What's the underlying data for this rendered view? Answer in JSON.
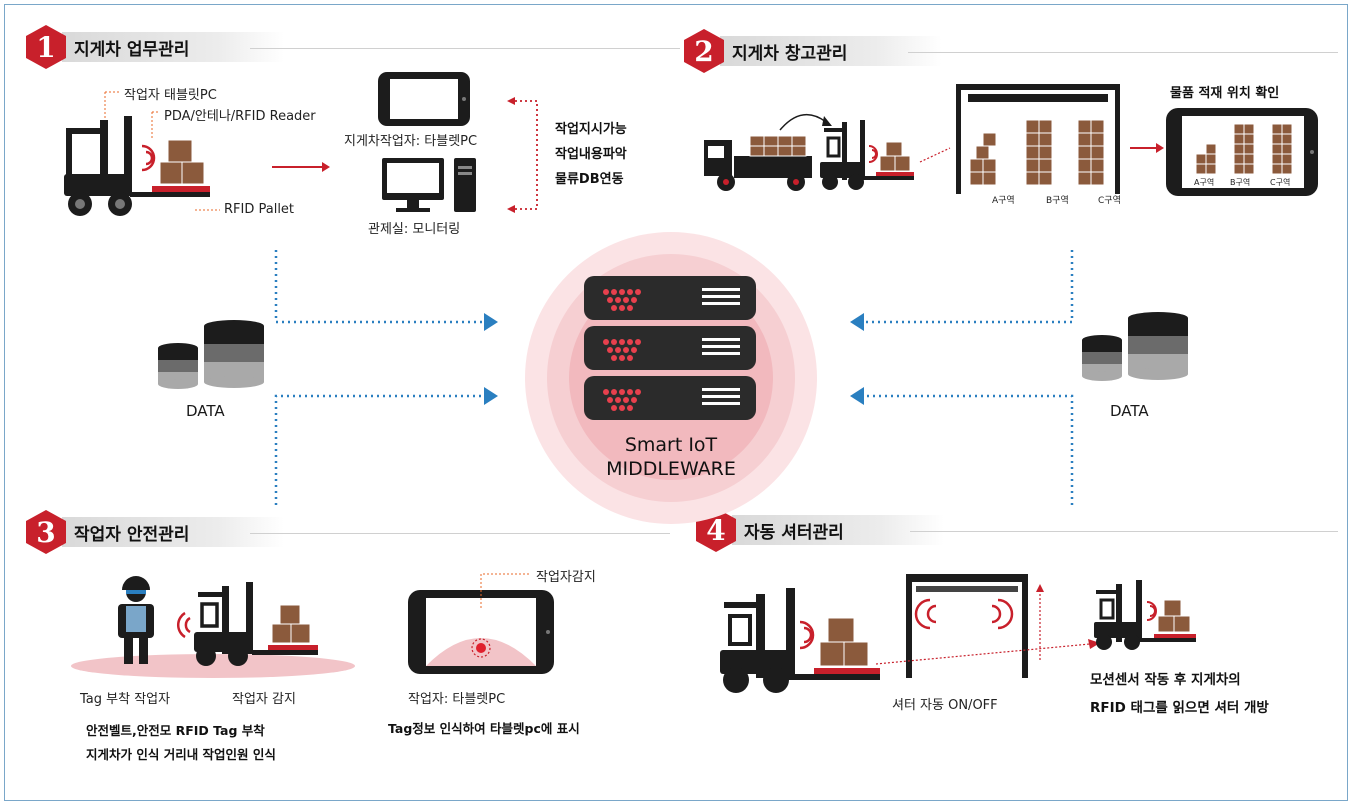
{
  "sections": [
    {
      "number": "1",
      "title": "지게차 업무관리"
    },
    {
      "number": "2",
      "title": "지게차 창고관리"
    },
    {
      "number": "3",
      "title": "작업자 안전관리"
    },
    {
      "number": "4",
      "title": "자동 셔터관리"
    }
  ],
  "s1": {
    "tablet_label": "작업자 태블릿PC",
    "reader_label": "PDA/안테나/RFID Reader",
    "pallet_label": "RFID Pallet",
    "operator_label": "지게차작업자: 타블렛PC",
    "control_label": "관제실: 모니터링",
    "functions": [
      "작업지시가능",
      "작업내용파악",
      "물류DB연동"
    ]
  },
  "s2": {
    "check_label": "물품 적재 위치 확인",
    "zones": [
      "A구역",
      "B구역",
      "C구역"
    ]
  },
  "center": {
    "line1": "Smart IoT",
    "line2": "MIDDLEWARE"
  },
  "data_left": "DATA",
  "data_right": "DATA",
  "s3": {
    "tag_worker": "Tag 부착 작업자",
    "worker_detect": "작업자 감지",
    "detect_label": "작업자감지",
    "worker_tablet": "작업자: 타블렛PC",
    "tag_display": "Tag정보 인식하여 타블렛pc에 표시",
    "desc1": "안전벨트,안전모 RFID Tag 부착",
    "desc2": "지게차가 인식 거리내 작업인원 인식"
  },
  "s4": {
    "shutter_label": "셔터 자동 ON/OFF",
    "desc1": "모션센서 작동 후 지게차의",
    "desc2": "RFID 태그를 읽으면 셔터 개방"
  },
  "colors": {
    "accent": "#c8202b",
    "arrow_blue": "#2a7fc0",
    "dark": "#1c1c1c",
    "box": "#8b5a3c",
    "pink": "#f2c4c8"
  }
}
